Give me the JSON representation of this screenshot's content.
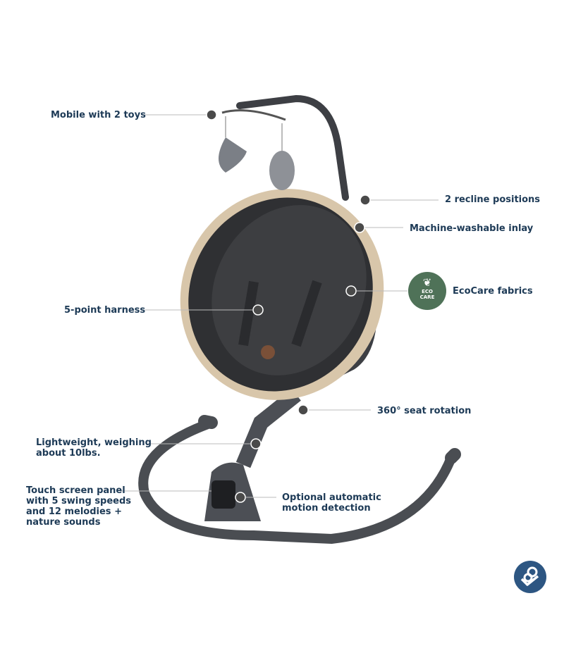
{
  "callouts": {
    "mobile": "Mobile with 2 toys",
    "recline": "2 recline positions",
    "inlay": "Machine-washable inlay",
    "ecocare": "EcoCare fabrics",
    "harness": "5-point harness",
    "rotation": "360° seat rotation",
    "weight_line1": "Lightweight, weighing",
    "weight_line2": "about 10lbs.",
    "touch_line1": "Touch screen panel",
    "touch_line2": "with 5 swing speeds",
    "touch_line3": "and 12 melodies +",
    "touch_line4": "nature sounds",
    "motion_line1": "Optional automatic",
    "motion_line2": "motion detection"
  },
  "eco_badge": {
    "line1": "ECO",
    "line2": "CARE",
    "icon": "leaves-icon"
  },
  "brand_logo": {
    "icon": "mother-child-logo-icon"
  },
  "colors": {
    "text": "#1d3a56",
    "eco_green": "#4f7258",
    "brand_blue": "#2d5682",
    "seat": "#3a3a3c",
    "rim": "#d8c6aa"
  }
}
